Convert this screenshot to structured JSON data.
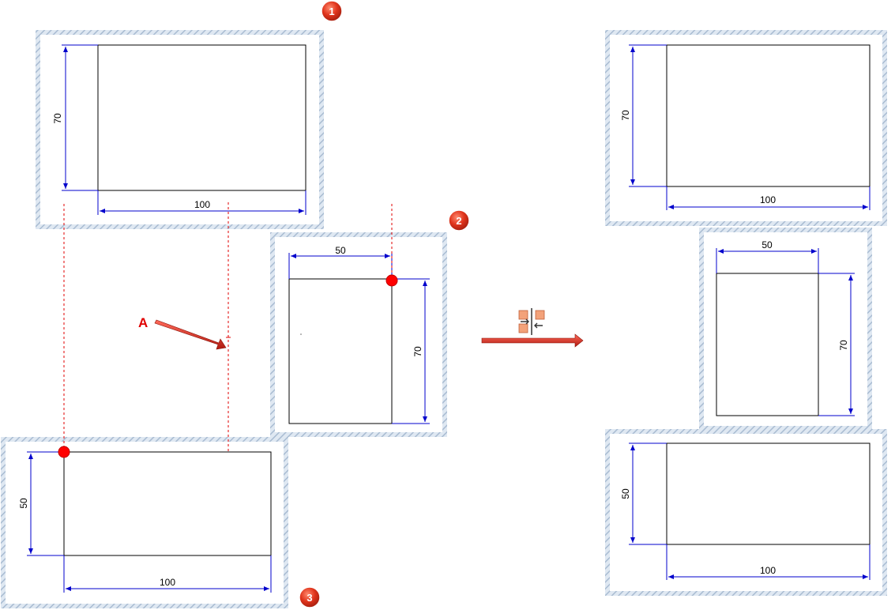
{
  "diagram": {
    "callout_label": "A",
    "badges": [
      "1",
      "2",
      "3"
    ],
    "before": {
      "view1": {
        "width_label": "100",
        "height_label": "70"
      },
      "view2": {
        "width_label": "50",
        "height_label": "70"
      },
      "view3": {
        "width_label": "100",
        "height_label": "50"
      }
    },
    "after": {
      "view1": {
        "width_label": "100",
        "height_label": "70"
      },
      "view2": {
        "width_label": "50",
        "height_label": "70"
      },
      "view3": {
        "width_label": "100",
        "height_label": "50"
      }
    },
    "transition_icon": "align-views-icon",
    "colors": {
      "dimension": "#0000cc",
      "outline": "#000000",
      "projection": "#e00000",
      "frame": "#b9c9dc",
      "badge": "#d33a22"
    }
  }
}
